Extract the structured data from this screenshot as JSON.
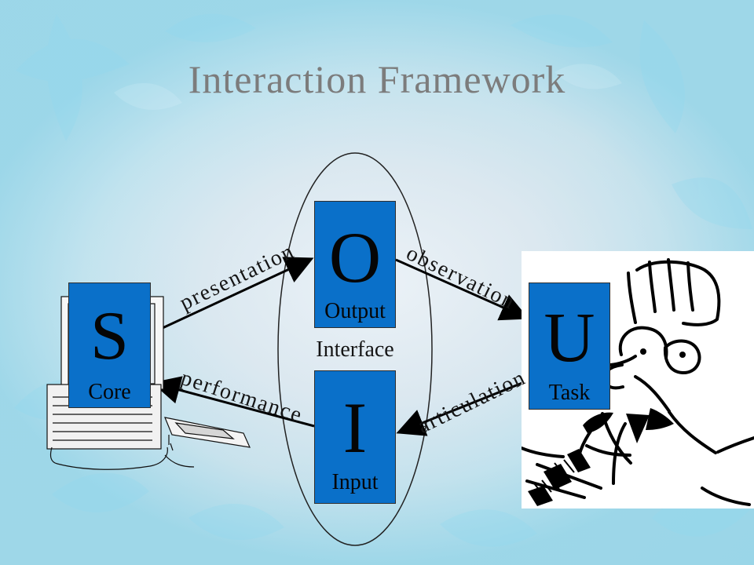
{
  "title": "Interaction Framework",
  "boxes": {
    "system": {
      "letter": "S",
      "caption": "Core"
    },
    "output": {
      "letter": "O",
      "caption": "Output"
    },
    "input": {
      "letter": "I",
      "caption": "Input"
    },
    "user": {
      "letter": "U",
      "caption": "Task"
    }
  },
  "interface_label": "Interface",
  "path_labels": {
    "presentation": "presentation",
    "observation": "observation",
    "performance": "performance",
    "articulation": "articulation"
  },
  "colors": {
    "box_fill": "#0a70c9",
    "title_text": "#7c7c7c",
    "line": "#000000"
  },
  "icons": {
    "computer": "computer-illustration",
    "user_cartoon": "office-worker-cartoon"
  }
}
